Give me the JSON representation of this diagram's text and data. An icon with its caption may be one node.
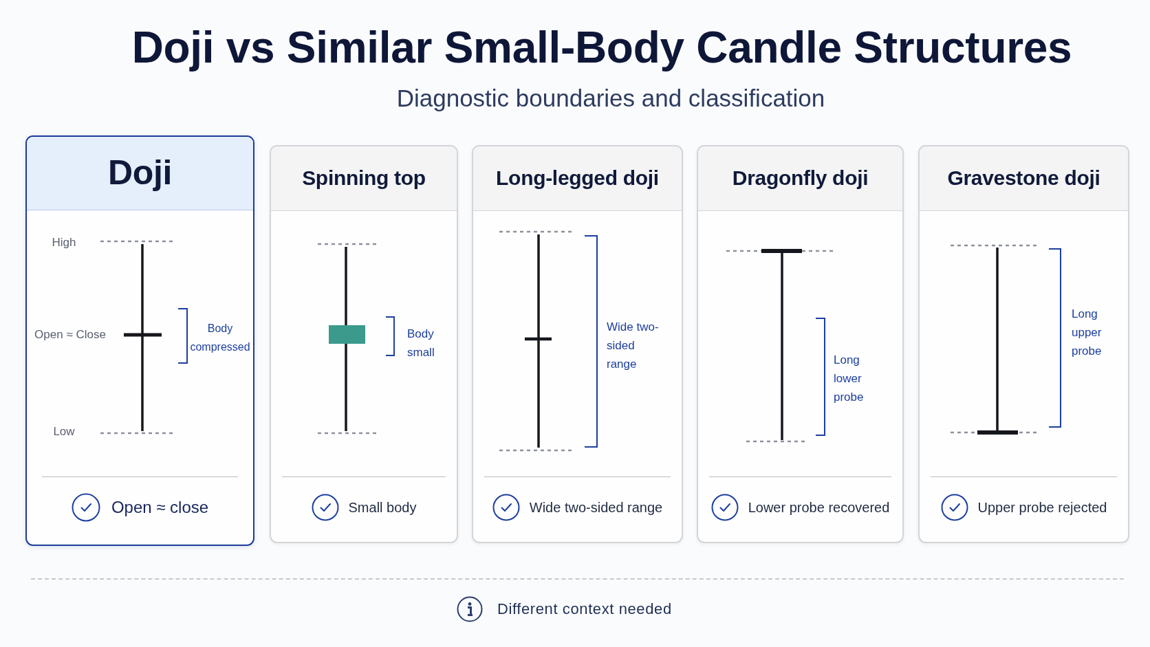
{
  "diagram": {
    "title": "Doji vs Similar Small-Body Candle Structures",
    "nodes": [
      {
        "text": [
          "Doji",
          "High",
          "Open ≈ Close",
          "Body compressed",
          "Low",
          "Open ≈ close"
        ]
      },
      {
        "text": [
          "Spinning top",
          "Body small",
          "Small body"
        ]
      },
      {
        "text": [
          "Long-legged doji",
          "Wide two-sided range",
          "Wide two-sided range"
        ]
      },
      {
        "text": [
          "Dragonfly doji",
          "Long lower probe",
          "Lower probe recovered"
        ]
      },
      {
        "text": [
          "Gravestone doji",
          "Long upper probe",
          "Upper probe rejected"
        ]
      }
    ],
    "labels": [
      "Diagnostic boundaries and classification",
      "Different context needed"
    ]
  }
}
